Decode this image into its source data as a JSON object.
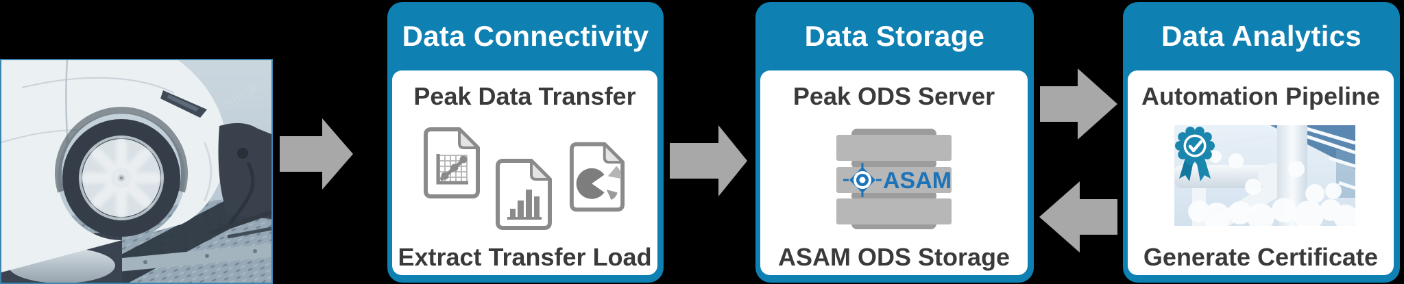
{
  "diagram": {
    "background_color": "#000000",
    "accent_blue": "#0e80b2",
    "arrow_color": "#a8a8a8",
    "asam_blue": "#1c73b8",
    "badge_teal": "#1b86ad",
    "photo": {
      "description": "car wheel spinning on chassis dynamometer test bench",
      "watermark": "Adobe Stock",
      "border_color": "#3b84ad"
    },
    "boxes": [
      {
        "title": "Data Connectivity",
        "top_label": "Peak Data Transfer",
        "bottom_label": "Extract Transfer Load",
        "icons": [
          "document-line-chart-icon",
          "document-bar-chart-icon",
          "document-pie-chart-icon"
        ]
      },
      {
        "title": "Data Storage",
        "top_label": "Peak ODS Server",
        "bottom_label": "ASAM ODS Storage",
        "database_logo_text": "ASAM",
        "icons": [
          "database-stack-icon",
          "asam-logo"
        ]
      },
      {
        "title": "Data Analytics",
        "top_label": "Automation Pipeline",
        "bottom_label": "Generate Certificate",
        "icons": [
          "certificate-ribbon-icon",
          "industrial-pipes-photo"
        ]
      }
    ],
    "arrows": [
      {
        "name": "arrow-photo-to-connectivity",
        "direction": "right"
      },
      {
        "name": "arrow-connectivity-to-storage",
        "direction": "right"
      },
      {
        "name": "arrow-storage-to-analytics",
        "direction": "right"
      },
      {
        "name": "arrow-analytics-to-storage",
        "direction": "left"
      }
    ]
  }
}
